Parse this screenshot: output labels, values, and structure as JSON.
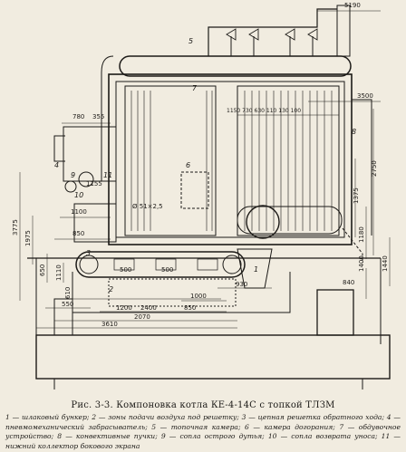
{
  "caption": "Рис. 3-3. Компоновка котла КЕ-4-14С с топкой ТЛЗМ",
  "legend": [
    "1 — шлаковый бункер; 2 — зоны подачи воздуха под решетку; 3 — цепная решетка обратного хода; 4 — пневмомеханический забрасыватель; 5 — топочная камера; 6 — камера догорания; 7 — обдувочное устройство; 8 — конвективные пучки; 9 — сопла острого дутья; 10 — сопла возврата уноса; 11 — нижний коллектор бокового экрана"
  ],
  "dimensions": {
    "top": "5190",
    "d780": "780",
    "d355": "355",
    "d3500": "3500",
    "row_a": "1150 730 630 110 130 100",
    "d2750": "2750",
    "d1375": "1375",
    "d3775": "3775",
    "d1975": "1975",
    "d1100": "1100",
    "d1155": "1155",
    "d850a": "850",
    "d51": "Ø 51×2,5",
    "d500a": "500",
    "d500b": "500",
    "d1180": "1180",
    "d1440": "1440",
    "d1400": "1400",
    "d840": "840",
    "d650": "650",
    "d1110": "1110",
    "d610": "610",
    "d1000": "1000",
    "d550": "550",
    "d1200": "1200",
    "d2400": "2400",
    "d850b": "850",
    "d2070": "2070",
    "d3610": "3610",
    "d930": "930"
  },
  "labels": {
    "l1": "1",
    "l2": "2",
    "l3": "3",
    "l4": "4",
    "l5": "5",
    "l6": "6",
    "l7": "7",
    "l8": "8",
    "l9": "9",
    "l10": "10",
    "l11": "11"
  }
}
